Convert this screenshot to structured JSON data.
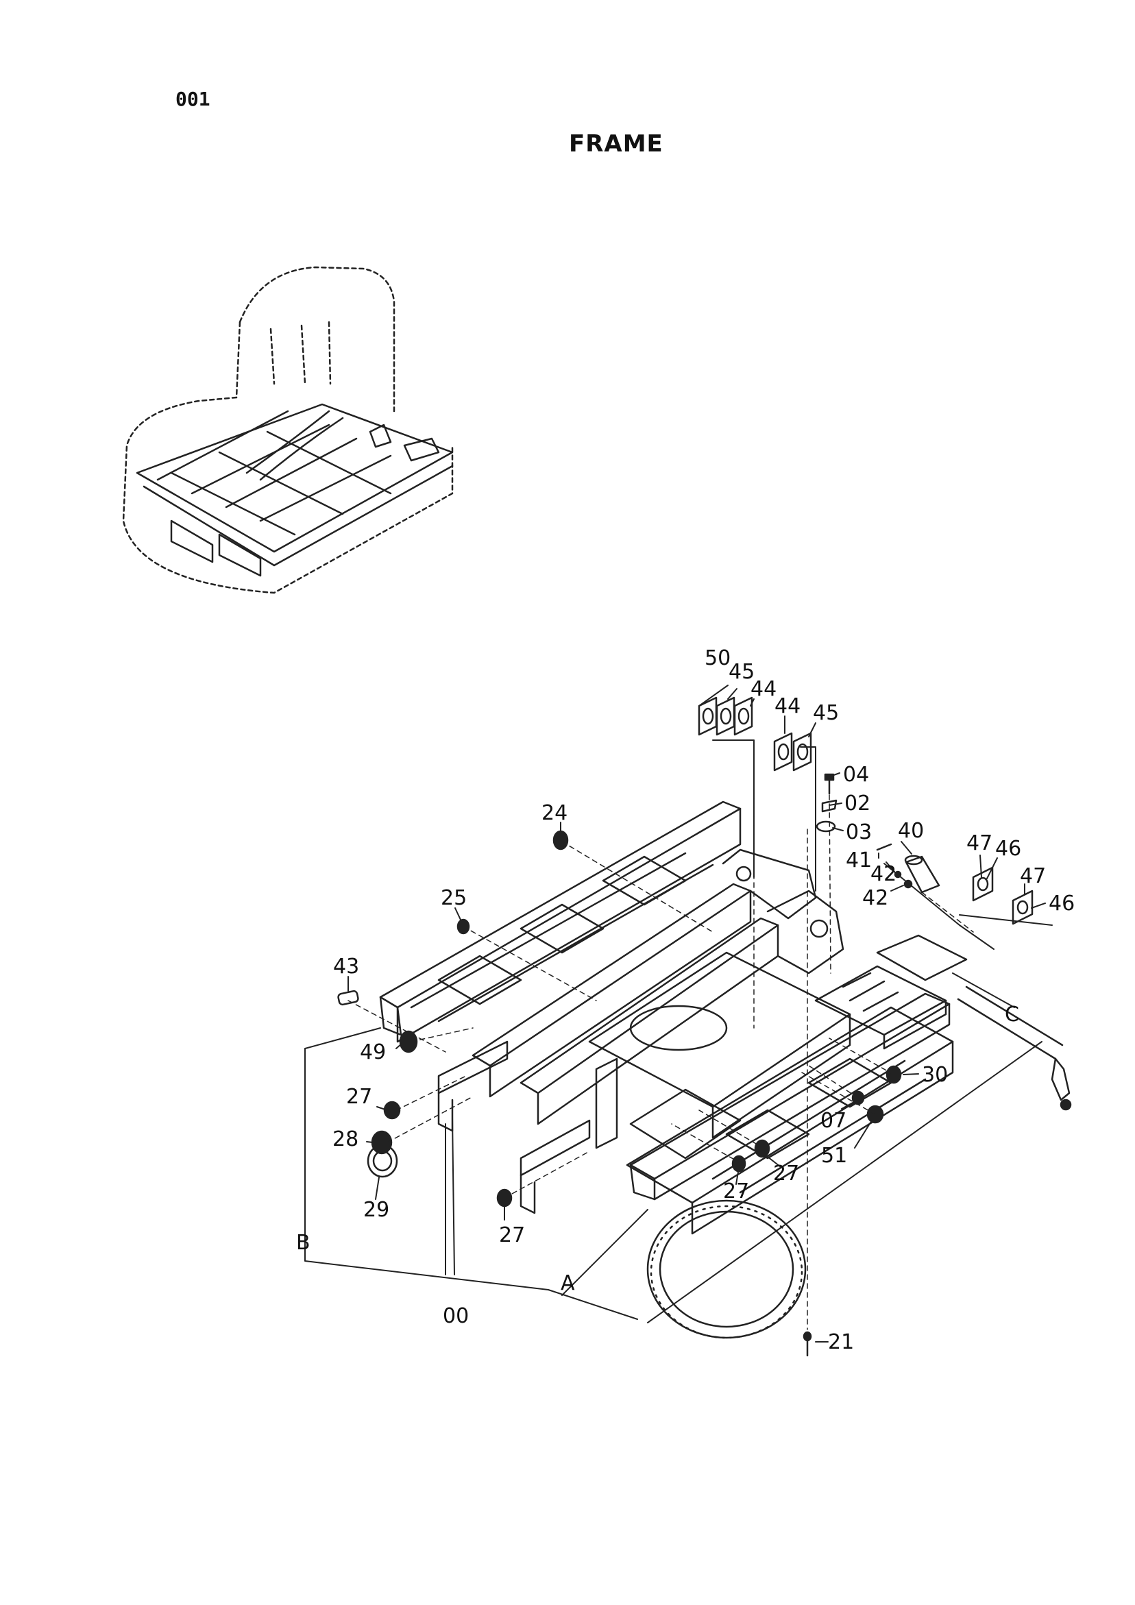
{
  "page_number": "001",
  "title": "FRAME",
  "callouts": [
    "50",
    "45",
    "44",
    "44",
    "45",
    "04",
    "02",
    "40",
    "03",
    "41",
    "42",
    "42",
    "47",
    "46",
    "47",
    "46",
    "24",
    "25",
    "43",
    "C",
    "49",
    "30",
    "27",
    "07",
    "28",
    "51",
    "27",
    "29",
    "27",
    "27",
    "B",
    "A",
    "00",
    "21"
  ]
}
